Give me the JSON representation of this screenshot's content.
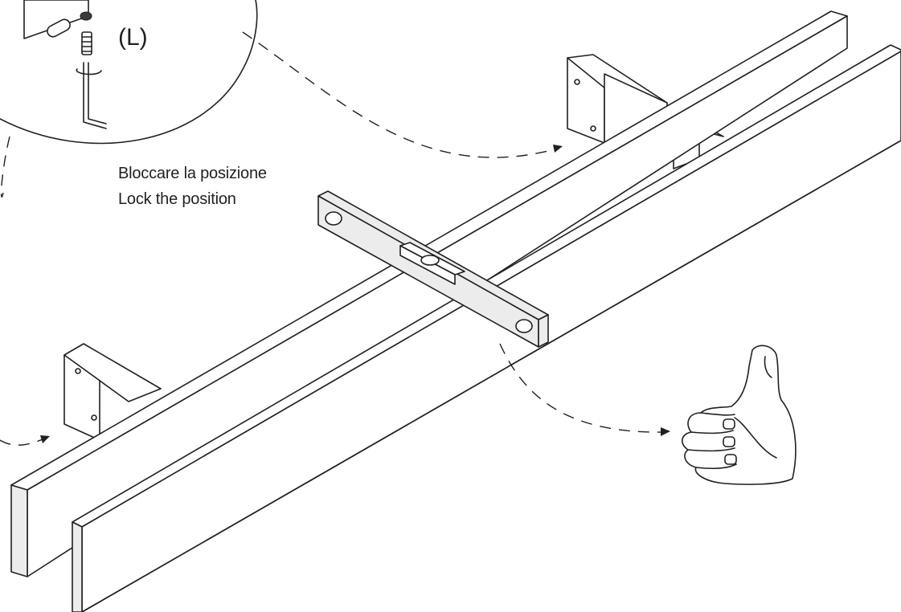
{
  "instruction": {
    "line_it": "Bloccare la posizione",
    "line_en": "Lock the position"
  },
  "detail": {
    "part_label": "(L)"
  }
}
